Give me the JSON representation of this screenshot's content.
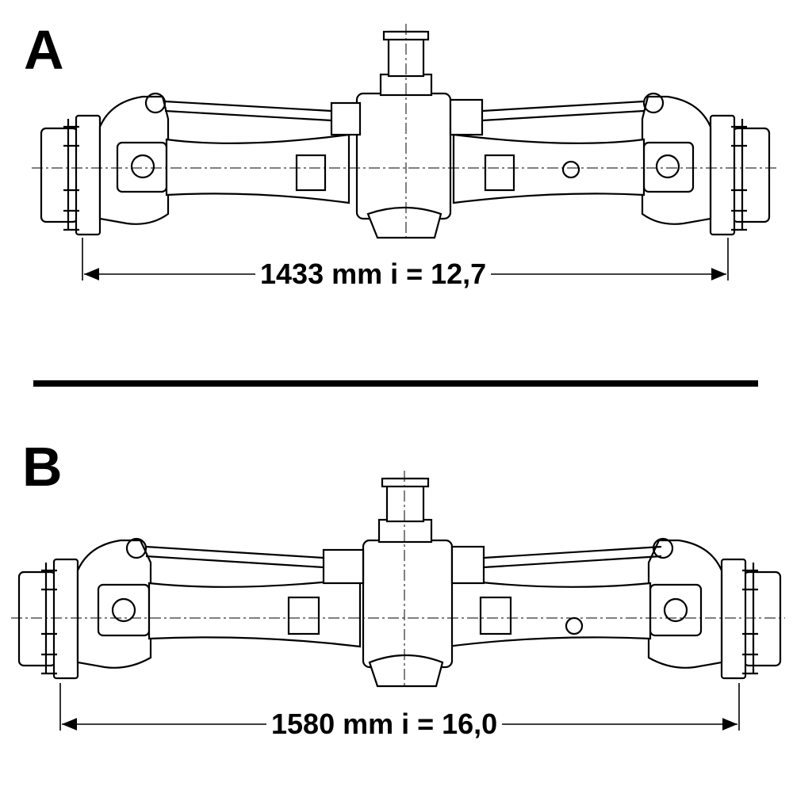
{
  "panels": [
    {
      "letter": "A",
      "dimension": "1433 mm i = 12,7"
    },
    {
      "letter": "B",
      "dimension": "1580 mm i = 16,0"
    }
  ],
  "colors": {
    "ink": "#000000",
    "paper": "#ffffff"
  }
}
